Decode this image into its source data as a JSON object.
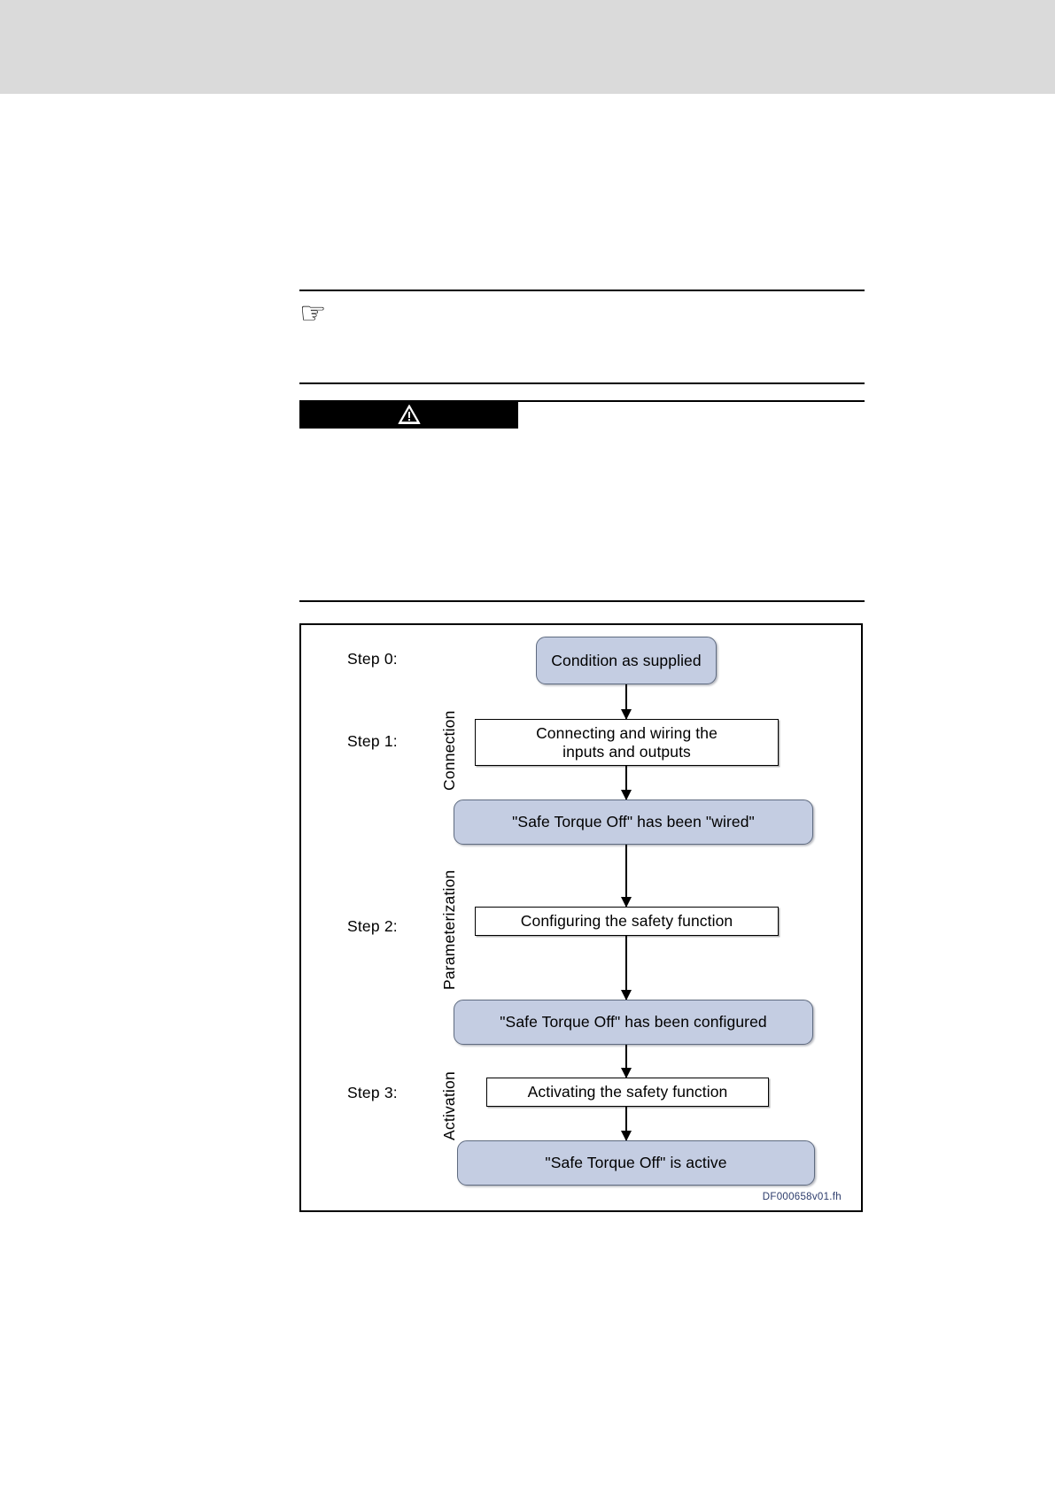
{
  "page": {
    "header_band_color": "#dadada",
    "background_color": "#ffffff"
  },
  "note_block": {
    "icon": "pointing-hand-icon",
    "icon_glyph": "☞",
    "text": ""
  },
  "warning_block": {
    "icon": "warning-triangle-icon",
    "banner_color": "#000000",
    "label": ""
  },
  "figure": {
    "drawing_id": "DF000658v01.fh",
    "drawing_id_color": "#2b3b6b",
    "state_node_color": "#c4cde2",
    "action_node_color": "#ffffff",
    "step_labels": [
      {
        "id": "step-0",
        "text": "Step 0:"
      },
      {
        "id": "step-1",
        "text": "Step 1:"
      },
      {
        "id": "step-2",
        "text": "Step 2:"
      },
      {
        "id": "step-3",
        "text": "Step 3:"
      }
    ],
    "phase_labels": [
      {
        "id": "phase-connection",
        "text": "Connection"
      },
      {
        "id": "phase-parameterization",
        "text": "Parameterization"
      },
      {
        "id": "phase-activation",
        "text": "Activation"
      }
    ],
    "nodes": [
      {
        "id": "node-condition-as-supplied",
        "type": "state",
        "text": "Condition as supplied"
      },
      {
        "id": "node-connecting-wiring",
        "type": "action",
        "line1": "Connecting and wiring the",
        "line2": "inputs and outputs"
      },
      {
        "id": "node-sto-wired",
        "type": "state",
        "text": "\"Safe Torque Off\" has been \"wired\""
      },
      {
        "id": "node-configuring-safety",
        "type": "action",
        "text": "Configuring the safety function"
      },
      {
        "id": "node-sto-configured",
        "type": "state",
        "text": "\"Safe Torque Off\" has been configured"
      },
      {
        "id": "node-activating-safety",
        "type": "action",
        "text": "Activating the safety function"
      },
      {
        "id": "node-sto-active",
        "type": "state",
        "text": "\"Safe Torque Off\" is active"
      }
    ]
  }
}
